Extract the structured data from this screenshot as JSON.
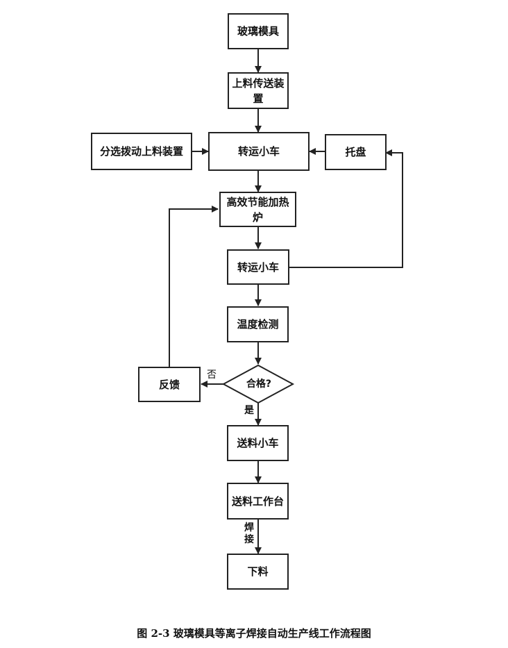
{
  "nodes": {
    "glass_mold": "玻璃模具",
    "feed_conveyor": "上料传送装置",
    "sorting_feeder": "分选拨动上料装置",
    "transfer_cart_1": "转运小车",
    "tray": "托盘",
    "heating_furnace": "高效节能加热炉",
    "transfer_cart_2": "转运小车",
    "temp_detection": "温度检测",
    "qualified_decision": "合格?",
    "feedback": "反馈",
    "feed_cart": "送料小车",
    "feed_workbench": "送料工作台",
    "unload": "下料"
  },
  "edge_labels": {
    "no": "否",
    "yes": "是",
    "welding": "焊接"
  },
  "caption": "图 2-3 玻璃模具等离子焊接自动生产线工作流程图"
}
